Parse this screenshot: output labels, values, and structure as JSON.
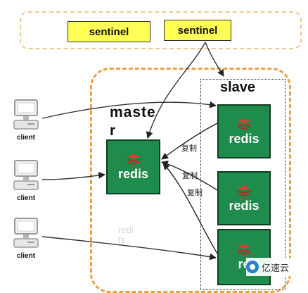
{
  "sentinels": [
    "sentinel",
    "sentinel"
  ],
  "master": {
    "title": "maste\nr",
    "node_label": "redis"
  },
  "slave": {
    "title": "slave",
    "node_labels": [
      "redis",
      "redis",
      "re"
    ]
  },
  "replication_labels": [
    "复制",
    "复制",
    "复制"
  ],
  "clients": [
    "client",
    "client",
    "client"
  ],
  "faint_text": "redi\nfs",
  "watermark": "亿速云",
  "colors": {
    "sentinel_fill": "#ffff55",
    "redis_fill": "#1f8b4c",
    "cluster_border": "#e6a24a",
    "sentinel_zone_border": "#f0c890"
  },
  "icons": [
    "redis-logo-icon",
    "computer-icon",
    "watermark-logo-icon"
  ]
}
